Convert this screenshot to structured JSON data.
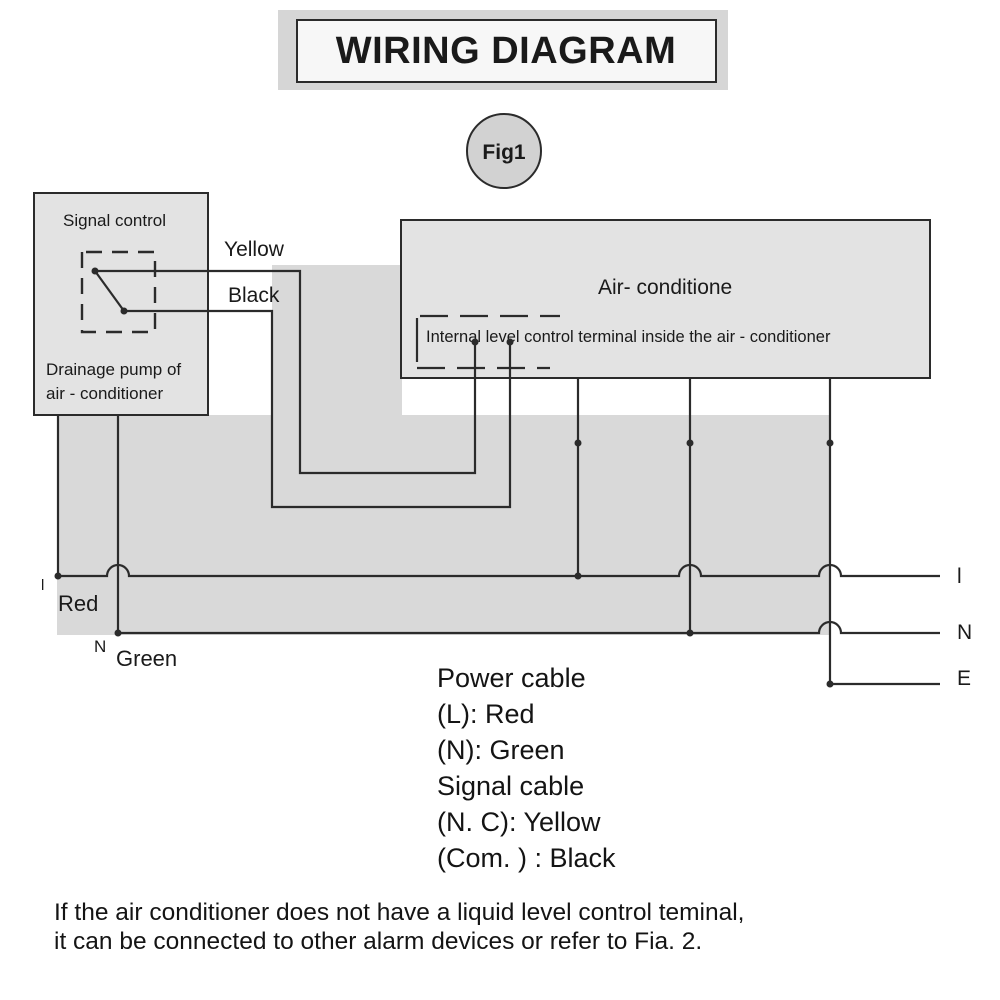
{
  "title": "WIRING DIAGRAM",
  "figure_label": "Fig1",
  "pump_box": {
    "signal_control": "Signal control",
    "name_line1": "Drainage pump of",
    "name_line2": "air - conditioner"
  },
  "ac_box": {
    "name": "Air- conditione",
    "terminal_label": "Internal level control terminal inside the air - conditioner"
  },
  "wire_labels": {
    "yellow": "Yellow",
    "black": "Black",
    "red": "Red",
    "green": "Green",
    "l_left": "l",
    "n_left": "N"
  },
  "terminals": {
    "l": "l",
    "n": "N",
    "e": "E"
  },
  "legend": [
    "Power cable",
    "(L): Red",
    "(N): Green",
    "Signal cable",
    "(N. C): Yellow",
    "(Com. ) : Black"
  ],
  "note": [
    "If the air conditioner does not have a liquid level control teminal,",
    "it can be connected to other alarm devices or refer to Fia. 2."
  ],
  "colors": {
    "panel_fill": "#d9d9d9",
    "box_fill": "#e3e3e3",
    "line": "#2b2b2b"
  }
}
